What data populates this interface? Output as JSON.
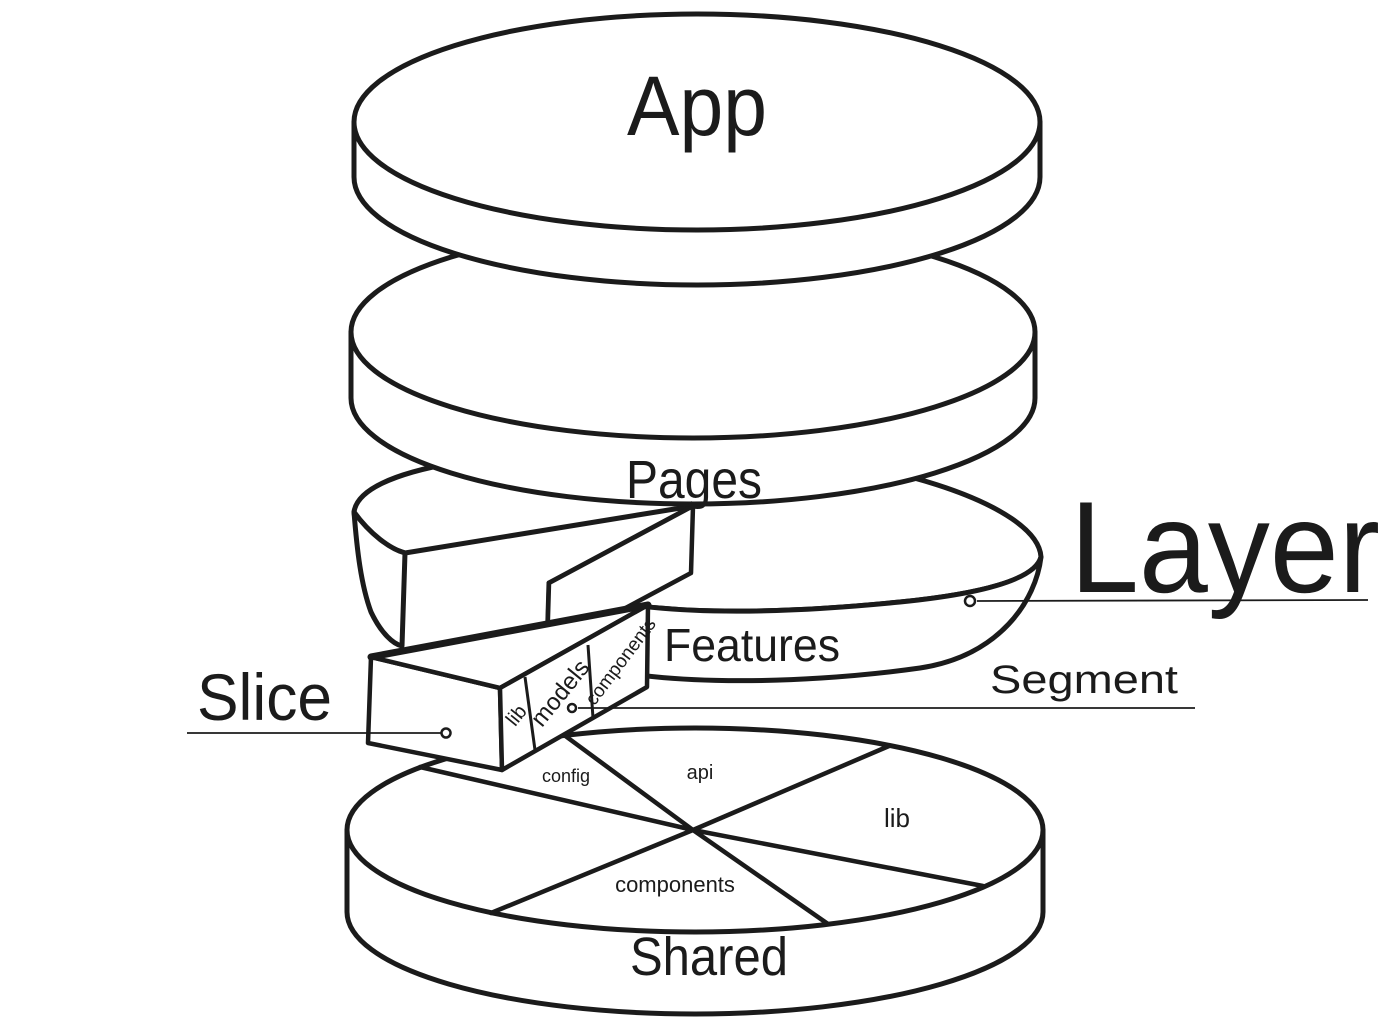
{
  "diagram": {
    "title_implicit": "Feature-Sliced Design layers",
    "layers": {
      "app": "App",
      "pages": "Pages",
      "features": "Features",
      "shared": "Shared"
    },
    "slice_segments": {
      "lib": "lib",
      "models": "models",
      "components": "components"
    },
    "shared_segments": {
      "config": "config",
      "api": "api",
      "lib": "lib",
      "components": "components"
    },
    "callouts": {
      "slice": "Slice",
      "layer": "Layer",
      "segment": "Segment"
    },
    "colors": {
      "ink": "#1b1b1b",
      "background": "#ffffff"
    }
  }
}
